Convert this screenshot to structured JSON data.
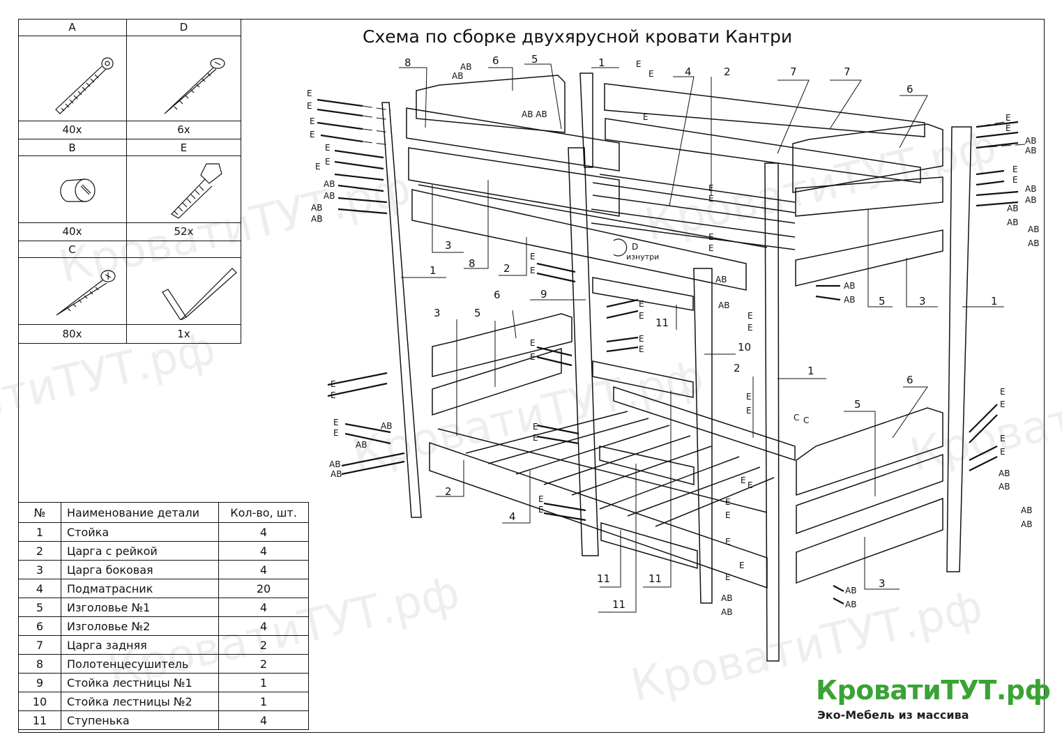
{
  "title_main": "Схема по сборке двухярусной кровати",
  "title_model": "Кантри",
  "hardware": [
    {
      "letter": "A",
      "qty": "40x",
      "icon": "bolt-icon"
    },
    {
      "letter": "D",
      "qty": "6x",
      "icon": "wood-screw-icon"
    },
    {
      "letter": "B",
      "qty": "40x",
      "icon": "barrel-nut-icon"
    },
    {
      "letter": "E",
      "qty": "52x",
      "icon": "dowel-screw-icon"
    },
    {
      "letter": "C",
      "qty": "80x",
      "icon": "screw-icon"
    },
    {
      "letter": "",
      "qty": "1x",
      "icon": "hex-key-icon"
    }
  ],
  "parts_table": {
    "headers": [
      "№",
      "Наименование детали",
      "Кол-во, шт."
    ],
    "rows": [
      [
        "1",
        "Стойка",
        "4"
      ],
      [
        "2",
        "Царга с рейкой",
        "4"
      ],
      [
        "3",
        "Царга боковая",
        "4"
      ],
      [
        "4",
        "Подматрасник",
        "20"
      ],
      [
        "5",
        "Изголовье №1",
        "4"
      ],
      [
        "6",
        "Изголовье №2",
        "4"
      ],
      [
        "7",
        "Царга задняя",
        "2"
      ],
      [
        "8",
        "Полотенцесушитель",
        "2"
      ],
      [
        "9",
        "Стойка лестницы №1",
        "1"
      ],
      [
        "10",
        "Стойка лестницы №2",
        "1"
      ],
      [
        "11",
        "Ступенька",
        "4"
      ]
    ]
  },
  "brand": {
    "name": "КроватиТУТ.рф",
    "tagline": "Эко-Мебель из массива",
    "color": "#3aa335"
  },
  "watermark": "КроватиТУТ.рф",
  "annotation_inside": "изнутри",
  "callout_numbers": [
    "1",
    "2",
    "3",
    "4",
    "5",
    "6",
    "7",
    "8",
    "9",
    "10",
    "11"
  ],
  "fastener_codes": [
    "A",
    "B",
    "C",
    "D",
    "E",
    "AB"
  ]
}
